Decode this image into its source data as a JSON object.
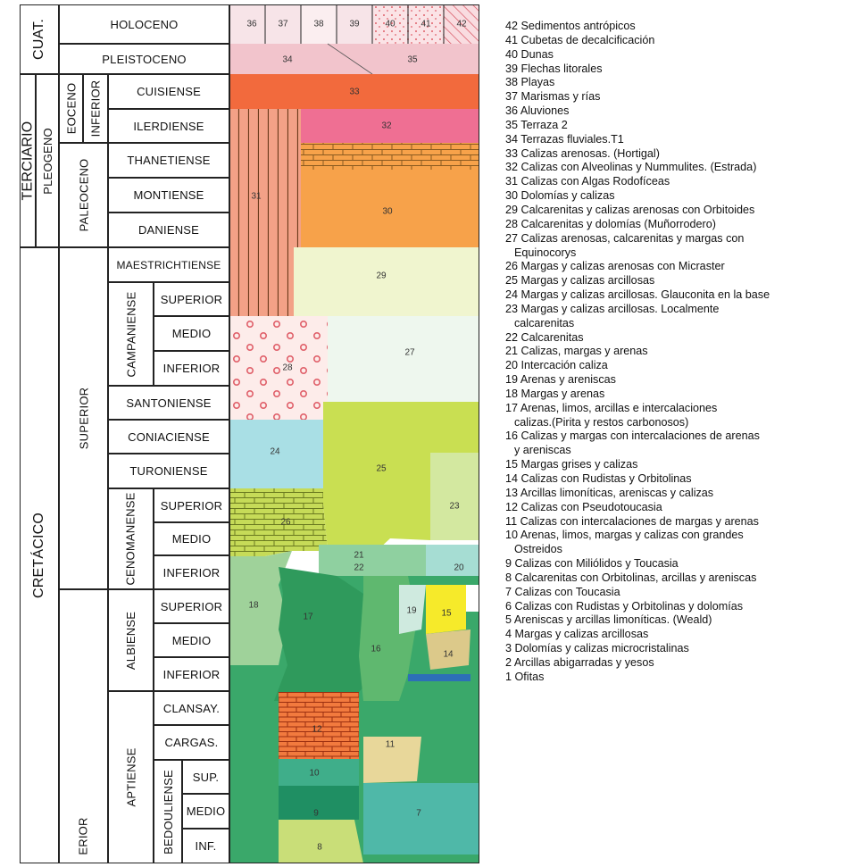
{
  "strat_columns": {
    "eras": [
      {
        "id": "cuat",
        "label": "CUAT."
      },
      {
        "id": "terciario",
        "label": "TERCIARIO"
      },
      {
        "id": "cretacico",
        "label": "CRETÁCICO"
      }
    ],
    "periods": [
      {
        "id": "pleogeno",
        "label": "PLEOGENO"
      },
      {
        "id": "superior",
        "label": "SUPERIOR"
      },
      {
        "id": "inferior_cut",
        "label": "ERIOR"
      }
    ],
    "epochs": [
      {
        "id": "eoceno",
        "label": "EOCENO"
      },
      {
        "id": "eoceno_inferior",
        "label": "INFERIOR"
      },
      {
        "id": "paleoceno",
        "label": "PALEOCENO"
      },
      {
        "id": "campaniense",
        "label": "CAMPANIENSE"
      },
      {
        "id": "cenomanense",
        "label": "CENOMANENSE"
      },
      {
        "id": "albiense",
        "label": "ALBIENSE"
      },
      {
        "id": "aptiense",
        "label": "APTIENSE"
      },
      {
        "id": "bedouliense",
        "label": "BEDOULIENSE"
      }
    ],
    "stages": [
      {
        "id": "holoceno",
        "label": "HOLOCENO"
      },
      {
        "id": "pleistoceno",
        "label": "PLEISTOCENO"
      },
      {
        "id": "cuisiense",
        "label": "CUISIENSE"
      },
      {
        "id": "ilerdiense",
        "label": "ILERDIENSE"
      },
      {
        "id": "thanetiense",
        "label": "THANETIENSE"
      },
      {
        "id": "montiense",
        "label": "MONTIENSE"
      },
      {
        "id": "daniense",
        "label": "DANIENSE"
      },
      {
        "id": "maestrichtiense",
        "label": "MAESTRICHTIENSE"
      },
      {
        "id": "camp_superior",
        "label": "SUPERIOR"
      },
      {
        "id": "camp_medio",
        "label": "MEDIO"
      },
      {
        "id": "camp_inferior",
        "label": "INFERIOR"
      },
      {
        "id": "santoniense",
        "label": "SANTONIENSE"
      },
      {
        "id": "coniaciense",
        "label": "CONIACIENSE"
      },
      {
        "id": "turoniense",
        "label": "TURONIENSE"
      },
      {
        "id": "ceno_superior",
        "label": "SUPERIOR"
      },
      {
        "id": "ceno_medio",
        "label": "MEDIO"
      },
      {
        "id": "ceno_inferior",
        "label": "INFERIOR"
      },
      {
        "id": "alb_superior",
        "label": "SUPERIOR"
      },
      {
        "id": "alb_medio",
        "label": "MEDIO"
      },
      {
        "id": "alb_inferior",
        "label": "INFERIOR"
      },
      {
        "id": "clansay",
        "label": "CLANSAY."
      },
      {
        "id": "cargas",
        "label": "CARGAS."
      },
      {
        "id": "sup",
        "label": "SUP."
      },
      {
        "id": "medio",
        "label": "MEDIO"
      },
      {
        "id": "inf",
        "label": "INF."
      }
    ]
  },
  "unit_numbers": [
    "36",
    "37",
    "38",
    "39",
    "40",
    "41",
    "42",
    "34",
    "35",
    "33",
    "32",
    "31",
    "30",
    "29",
    "28",
    "27",
    "26",
    "24",
    "25",
    "23",
    "22",
    "21",
    "20",
    "18",
    "17",
    "19",
    "15",
    "16",
    "14",
    "12",
    "11",
    "10",
    "9",
    "7",
    "8"
  ],
  "legend": [
    {
      "num": "42",
      "text": "Sedimentos antrópicos"
    },
    {
      "num": "41",
      "text": "Cubetas de decalcificación"
    },
    {
      "num": "40",
      "text": "Dunas"
    },
    {
      "num": "39",
      "text": "Flechas litorales"
    },
    {
      "num": "38",
      "text": "Playas"
    },
    {
      "num": "37",
      "text": "Marismas y rías"
    },
    {
      "num": "36",
      "text": "Aluviones"
    },
    {
      "num": "35",
      "text": "Terraza 2"
    },
    {
      "num": "34",
      "text": "Terrazas fluviales.T1"
    },
    {
      "num": "33",
      "text": "Calizas arenosas. (Hortigal)"
    },
    {
      "num": "32",
      "text": "Calizas con Alveolinas y Nummulites. (Estrada)"
    },
    {
      "num": "31",
      "text": "Calizas con Algas Rodofíceas"
    },
    {
      "num": "30",
      "text": "Dolomías y calizas"
    },
    {
      "num": "29",
      "text": "Calcarenitas y calizas arenosas con Orbitoides"
    },
    {
      "num": "28",
      "text": "Calcarenitas y dolomías (Muñorrodero)"
    },
    {
      "num": "27",
      "text": "Calizas arenosas, calcarenitas y margas con",
      "cont": "Equinocorys"
    },
    {
      "num": "26",
      "text": "Margas y calizas arenosas con Micraster"
    },
    {
      "num": "25",
      "text": "Margas y calizas arcillosas"
    },
    {
      "num": "24",
      "text": "Margas y calizas arcillosas. Glauconita en la base"
    },
    {
      "num": "23",
      "text": "Margas y calizas arcillosas. Localmente",
      "cont": "calcarenitas"
    },
    {
      "num": "22",
      "text": "Calcarenitas"
    },
    {
      "num": "21",
      "text": "Calizas, margas y arenas"
    },
    {
      "num": "20",
      "text": "Intercación caliza"
    },
    {
      "num": "19",
      "text": "Arenas y areniscas"
    },
    {
      "num": "18",
      "text": "Margas y arenas"
    },
    {
      "num": "17",
      "text": "Arenas, limos, arcillas e intercalaciones",
      "cont": "calizas.(Pirita y restos carbonosos)"
    },
    {
      "num": "16",
      "text": "Calizas y margas con intercalaciones de arenas",
      "cont": "y areniscas"
    },
    {
      "num": "15",
      "text": "Margas grises y calizas"
    },
    {
      "num": "14",
      "text": "Calizas con Rudistas y Orbitolinas"
    },
    {
      "num": "13",
      "text": "Arcillas limoníticas, areniscas y calizas"
    },
    {
      "num": "12",
      "text": "Calizas con Pseudotoucasia"
    },
    {
      "num": "11",
      "text": "Calizas con intercalaciones de margas y arenas"
    },
    {
      "num": "10",
      "text": "Arenas, limos, margas y calizas con grandes",
      "cont": "Ostreidos"
    },
    {
      "num": "9",
      "text": "Calizas con Miliólidos y Toucasia"
    },
    {
      "num": "8",
      "text": "Calcarenitas con Orbitolinas, arcillas y areniscas"
    },
    {
      "num": "7",
      "text": "Calizas con Toucasia"
    },
    {
      "num": "6",
      "text": "Calizas con Rudistas y Orbitolinas y dolomías"
    },
    {
      "num": "5",
      "text": "Areniscas y arcillas limoníticas. (Weald)"
    },
    {
      "num": "4",
      "text": "Margas y calizas arcillosas"
    },
    {
      "num": "3",
      "text": "Dolomías y calizas microcristalinas"
    },
    {
      "num": "2",
      "text": "Arcillas abigarradas y yesos"
    },
    {
      "num": "1",
      "text": "Ofitas"
    }
  ],
  "colors": {
    "line": "#222222",
    "holoceno_bg": "#f4dfe3",
    "pleistoceno": "#f2c4cc",
    "u33": "#f26a3d",
    "u32": "#ef6f93",
    "u31": "#f3a187",
    "u30": "#f7a24a",
    "u29": "#f0f5cf",
    "u28": "#fbe0d8",
    "u27": "#eef7ee",
    "u24": "#a9dfe5",
    "u25": "#c9df52",
    "u23": "#d3e8a0",
    "u26": "#c8dd5a",
    "u21": "#8fd0a0",
    "u20": "#a6ddd3",
    "u18": "#9fd29a",
    "u17": "#2f9a5c",
    "u16": "#5fb86f",
    "u19": "#cfeadf",
    "u15": "#f6ea2a",
    "u14": "#dcc98a",
    "u12": "#f27a3e",
    "u11": "#e8d79a",
    "u10": "#3fae8a",
    "u9": "#1f8f63",
    "u7": "#4fb8a8",
    "u8": "#c9de78",
    "u6": "#3aa86a",
    "brick_line": "#8a5a20",
    "dots": "#e0606a"
  }
}
